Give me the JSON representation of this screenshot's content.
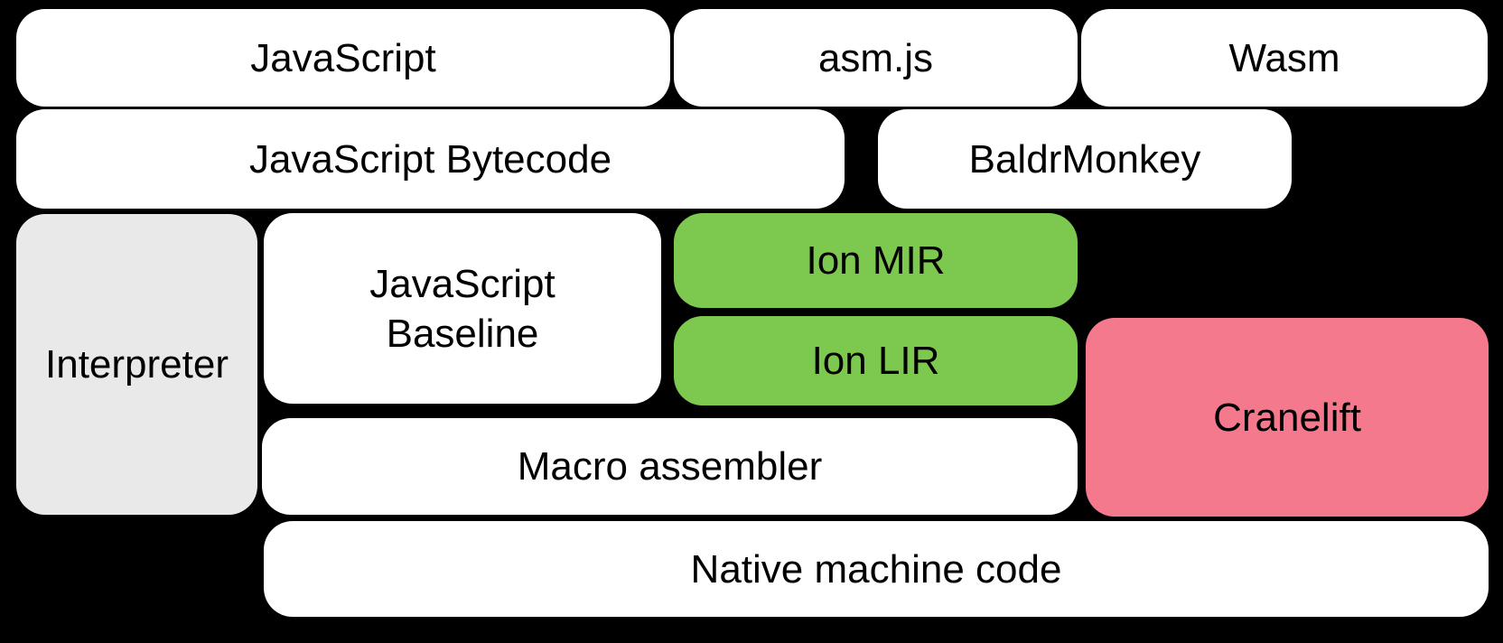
{
  "diagram": {
    "title": "Compiler pipeline diagram",
    "background_color": "#000000",
    "colors": {
      "default_box": "#ffffff",
      "interpreter_box": "#e9e9e9",
      "ion_box": "#7dc84e",
      "cranelift_box": "#f4798c",
      "text": "#000000"
    },
    "nodes": {
      "javascript": {
        "label": "JavaScript"
      },
      "asmjs": {
        "label": "asm.js"
      },
      "wasm": {
        "label": "Wasm"
      },
      "bytecode": {
        "label": "JavaScript Bytecode"
      },
      "baldrmonkey": {
        "label": "BaldrMonkey"
      },
      "interpreter": {
        "label": "Interpreter"
      },
      "baseline": {
        "label": "JavaScript Baseline"
      },
      "ion_mir": {
        "label": "Ion MIR"
      },
      "ion_lir": {
        "label": "Ion LIR"
      },
      "cranelift": {
        "label": "Cranelift"
      },
      "macro_assembler": {
        "label": "Macro assembler"
      },
      "native_code": {
        "label": "Native machine code"
      }
    }
  }
}
